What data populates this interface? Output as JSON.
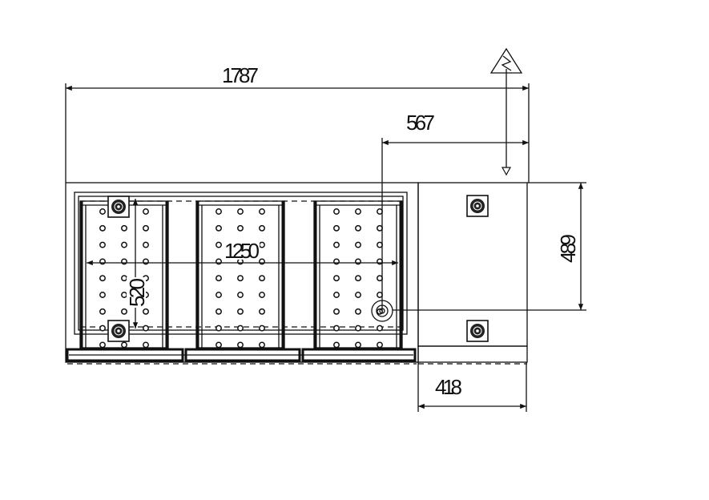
{
  "drawing": {
    "title": "Top view plan with dimensions",
    "dimensions": {
      "overall_length": "1787",
      "drain_offset": "567",
      "inner_length": "1250",
      "inner_depth": "520",
      "side_box_depth": "489",
      "side_box_width": "418"
    },
    "symbols": {
      "electrical_connection": "electrical-warning-triangle-icon",
      "drain": "drain-icon",
      "connector": "connector-icon"
    },
    "compartments": 3,
    "hole_columns_per_compartment": 3,
    "hole_rows": 9
  }
}
